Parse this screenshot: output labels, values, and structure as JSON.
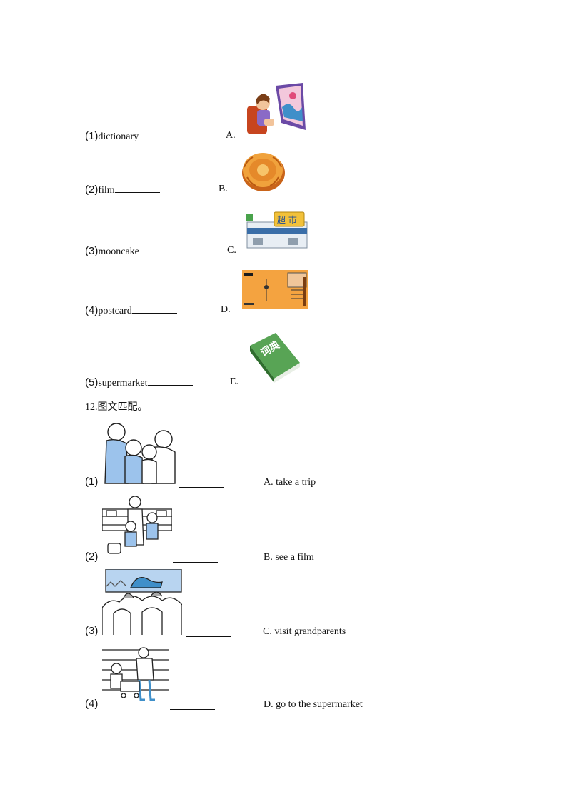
{
  "part1": {
    "items": [
      {
        "num": "(1)",
        "word": "dictionary",
        "letter": "A."
      },
      {
        "num": "(2)",
        "word": "film",
        "letter": "B."
      },
      {
        "num": "(3)",
        "word": "mooncake",
        "letter": "C."
      },
      {
        "num": "(4)",
        "word": "postcard",
        "letter": "D."
      },
      {
        "num": "(5)",
        "word": "supermarket",
        "letter": "E."
      }
    ],
    "images": [
      {
        "icon": "cinema-viewer-icon"
      },
      {
        "icon": "mooncake-icon"
      },
      {
        "icon": "supermarket-building-icon",
        "sign_text": "超 市"
      },
      {
        "icon": "postcard-icon"
      },
      {
        "icon": "dictionary-book-icon",
        "book_text": "词典"
      }
    ]
  },
  "part2": {
    "heading": "12.图文匹配。",
    "items": [
      {
        "num": "(1)",
        "icon": "grandparents-family-icon",
        "option": "A.  take a trip"
      },
      {
        "num": "(2)",
        "icon": "train-station-trip-icon",
        "option": "B.  see a film"
      },
      {
        "num": "(3)",
        "icon": "cinema-audience-icon",
        "option": "C. visit  grandparents"
      },
      {
        "num": "(4)",
        "icon": "supermarket-shopping-icon",
        "option": "D.  go to the  supermarket"
      }
    ]
  }
}
